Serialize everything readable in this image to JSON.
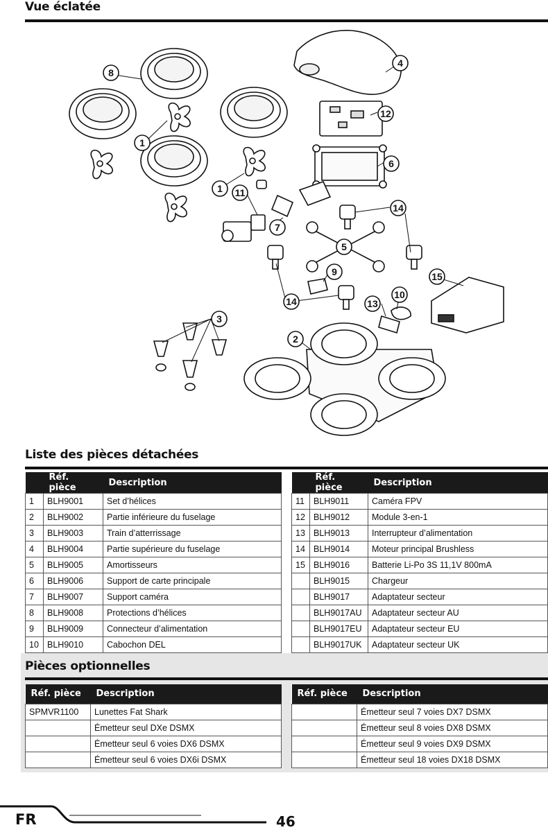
{
  "exploded_view": {
    "title": "Vue éclatée",
    "callouts": [
      "8",
      "4",
      "12",
      "1",
      "6",
      "1",
      "11",
      "14",
      "7",
      "5",
      "9",
      "15",
      "14",
      "13",
      "10",
      "3",
      "2"
    ]
  },
  "parts_list": {
    "title": "Liste des pièces détachées",
    "header": {
      "ref": "Réf. pièce",
      "desc": "Description"
    },
    "left": [
      {
        "n": "1",
        "ref": "BLH9001",
        "desc": "Set d’hélices"
      },
      {
        "n": "2",
        "ref": "BLH9002",
        "desc": "Partie inférieure du fuselage"
      },
      {
        "n": "3",
        "ref": "BLH9003",
        "desc": "Train d’atterrissage"
      },
      {
        "n": "4",
        "ref": "BLH9004",
        "desc": "Partie supérieure du fuselage"
      },
      {
        "n": "5",
        "ref": "BLH9005",
        "desc": "Amortisseurs"
      },
      {
        "n": "6",
        "ref": "BLH9006",
        "desc": "Support de carte principale"
      },
      {
        "n": "7",
        "ref": "BLH9007",
        "desc": "Support caméra"
      },
      {
        "n": "8",
        "ref": "BLH9008",
        "desc": "Protections d’hélices"
      },
      {
        "n": "9",
        "ref": "BLH9009",
        "desc": "Connecteur d’alimentation"
      },
      {
        "n": "10",
        "ref": "BLH9010",
        "desc": "Cabochon DEL"
      }
    ],
    "right": [
      {
        "n": "11",
        "ref": "BLH9011",
        "desc": "Caméra FPV"
      },
      {
        "n": "12",
        "ref": "BLH9012",
        "desc": "Module 3-en-1"
      },
      {
        "n": "13",
        "ref": "BLH9013",
        "desc": "Interrupteur d’alimentation"
      },
      {
        "n": "14",
        "ref": "BLH9014",
        "desc": "Moteur principal Brushless"
      },
      {
        "n": "15",
        "ref": "BLH9016",
        "desc": "Batterie Li-Po 3S 11,1V 800mA"
      },
      {
        "n": "",
        "ref": "BLH9015",
        "desc": "Chargeur"
      },
      {
        "n": "",
        "ref": "BLH9017",
        "desc": "Adaptateur secteur"
      },
      {
        "n": "",
        "ref": "BLH9017AU",
        "desc": "Adaptateur secteur AU"
      },
      {
        "n": "",
        "ref": "BLH9017EU",
        "desc": "Adaptateur secteur EU"
      },
      {
        "n": "",
        "ref": "BLH9017UK",
        "desc": "Adaptateur secteur UK"
      }
    ]
  },
  "optional_parts": {
    "title": "Pièces optionnelles",
    "header": {
      "ref": "Réf. pièce",
      "desc": "Description"
    },
    "left": [
      {
        "ref": "SPMVR1100",
        "desc": "Lunettes Fat Shark"
      },
      {
        "ref": "",
        "desc": "Émetteur seul DXe DSMX"
      },
      {
        "ref": "",
        "desc": "Émetteur seul 6 voies DX6 DSMX"
      },
      {
        "ref": "",
        "desc": "Émetteur seul 6 voies DX6i DSMX"
      }
    ],
    "right": [
      {
        "ref": "",
        "desc": "Émetteur seul 7 voies DX7 DSMX"
      },
      {
        "ref": "",
        "desc": "Émetteur seul 8 voies DX8 DSMX"
      },
      {
        "ref": "",
        "desc": "Émetteur seul 9 voies DX9 DSMX"
      },
      {
        "ref": "",
        "desc": "Émetteur seul 18 voies DX18 DSMX"
      }
    ]
  },
  "footer": {
    "language": "FR",
    "page": "46"
  }
}
